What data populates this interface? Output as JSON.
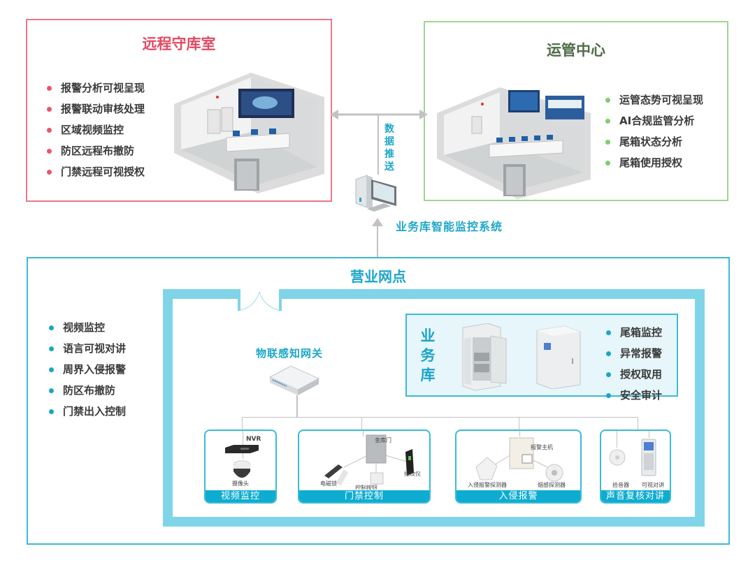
{
  "remote_room": {
    "title": "远程守库室",
    "features": [
      "报警分析可视呈现",
      "报警联动审核处理",
      "区域视频监控",
      "防区远程布撤防",
      "门禁远程可视授权"
    ],
    "accent_color": "#e04a63"
  },
  "ops_center": {
    "title": "运管中心",
    "features": [
      "运管态势可视呈现",
      "AI合规监管分析",
      "尾箱状态分析",
      "尾箱使用授权"
    ],
    "accent_color": "#7ccf6a"
  },
  "connector": {
    "push_label": [
      "数",
      "据",
      "推",
      "送"
    ],
    "system_label": "业务库智能监控系统"
  },
  "branch": {
    "title": "营业网点",
    "features": [
      "视频监控",
      "语言可视对讲",
      "周界入侵报警",
      "防区布撤防",
      "门禁出入控制"
    ],
    "accent_color": "#1aa5c8",
    "gateway_label": "物联感知网关",
    "vault": {
      "title": [
        "业",
        "务",
        "库"
      ],
      "features": [
        "尾箱监控",
        "异常报警",
        "授权取用",
        "安全审计"
      ]
    },
    "devices": [
      {
        "title": "视频监控",
        "items": [
          "NVR",
          "摄像头"
        ]
      },
      {
        "title": "门禁控制",
        "items": [
          "金库门",
          "电磁锁",
          "控制按钮",
          "指纹仪"
        ]
      },
      {
        "title": "入侵报警",
        "items": [
          "报警主机",
          "入侵报警探测器",
          "烟感探测器"
        ]
      },
      {
        "title": "声音复核对讲",
        "items": [
          "拾音器",
          "可视对讲"
        ]
      }
    ]
  }
}
